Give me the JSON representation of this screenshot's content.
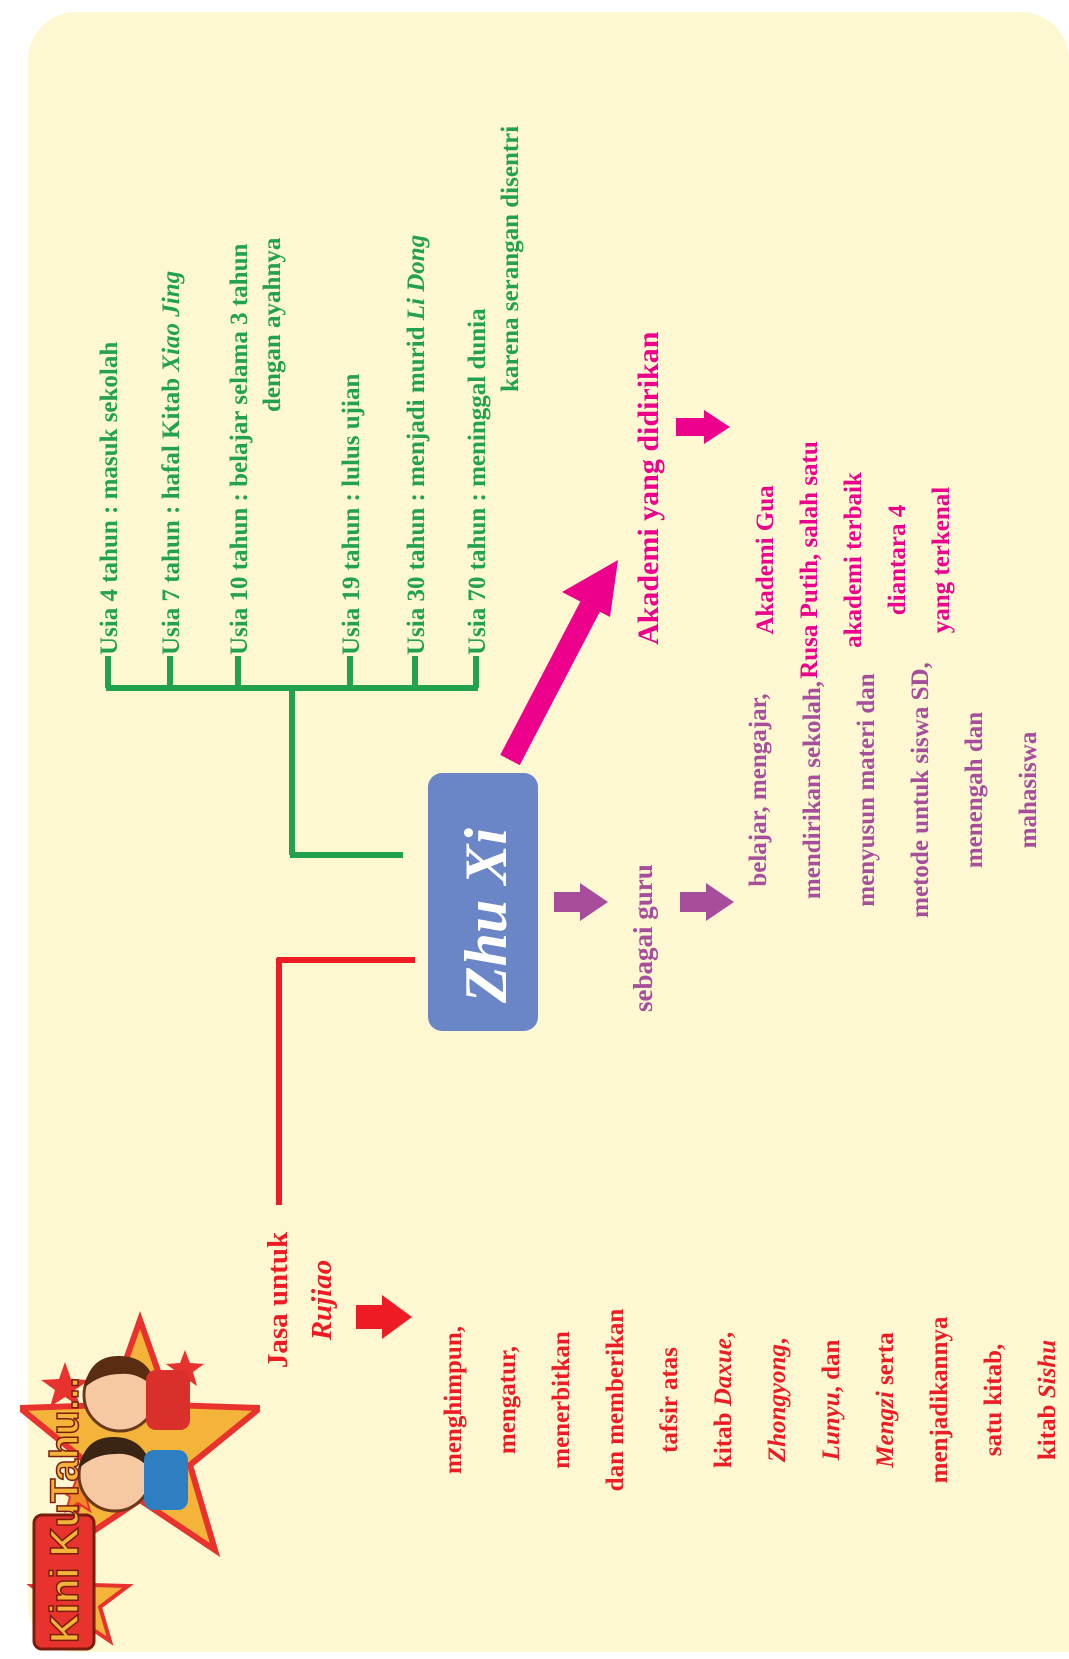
{
  "center": "Zhu Xi",
  "logo_text": "Kini KuTahu...",
  "timeline": [
    {
      "label": "Usia 4 tahun : masuk sekolah"
    },
    {
      "label": "Usia 7 tahun : hafal Kitab ",
      "italic": "Xiao Jing"
    },
    {
      "label": "Usia 10 tahun : belajar selama 3 tahun",
      "line2": "dengan ayahnya"
    },
    {
      "label": "Usia 19 tahun : lulus ujian"
    },
    {
      "label": "Usia 30 tahun : menjadi murid  ",
      "italic": "Li Dong"
    },
    {
      "label": "Usia 70 tahun : meninggal dunia",
      "line2": "karena serangan disentri"
    }
  ],
  "academy": {
    "heading": "Akademi yang didirikan",
    "lines": [
      "Akademi Gua",
      "Rusa Putih, salah satu",
      "akademi terbaik",
      "diantara 4",
      "yang terkenal"
    ]
  },
  "teacher": {
    "heading": "sebagai guru",
    "lines": [
      "belajar, mengajar,",
      "mendirikan sekolah,",
      "menyusun materi dan",
      "metode untuk siswa SD,",
      "menengah dan",
      "mahasiswa"
    ]
  },
  "rujiao": {
    "heading1": "Jasa untuk",
    "heading2": "Rujiao",
    "line1": "menghimpun,",
    "line2": "mengatur,",
    "line3": "menerbitkan",
    "line4": "dan memberikan",
    "line5": "tafsir atas",
    "line6a": "kitab ",
    "line6b": "Daxue",
    "line6c": ",",
    "line7a": "Zhongyong",
    "line7b": ",",
    "line8a": "Lunyu",
    "line8b": ", dan",
    "line9a": "Mengzi",
    "line9b": " serta",
    "line10": "menjadikannya",
    "line11": "satu kitab,",
    "line12a": "kitab ",
    "line12b": "Sishu"
  },
  "colors": {
    "green": "#23a24d",
    "pink": "#ec008c",
    "purple": "#a64d9c",
    "red": "#ed1c24",
    "box": "#6b86c6",
    "panel": "#fdf8d2"
  }
}
